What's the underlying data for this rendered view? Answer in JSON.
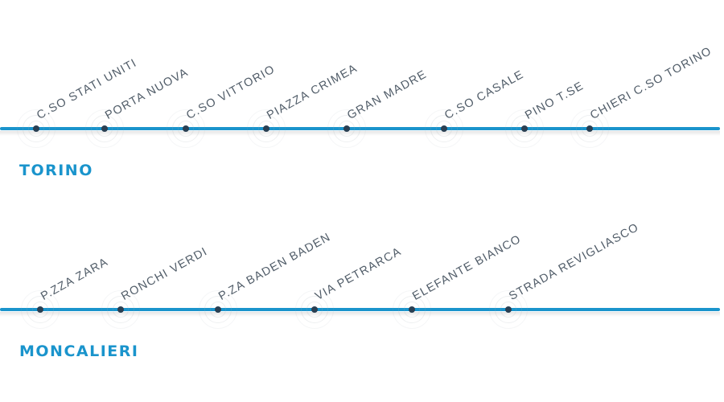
{
  "lines": [
    {
      "city": "TORINO",
      "stops": [
        "C.SO STATI UNITI",
        "PORTA NUOVA",
        "C.SO VITTORIO",
        "PIAZZA CRIMEA",
        "GRAN MADRE",
        "C.SO CASALE",
        "PINO T.SE",
        "CHIERI C.SO TORINO"
      ]
    },
    {
      "city": "MONCALIERI",
      "stops": [
        "P.ZZA ZARA",
        "RONCHI VERDI",
        "P.ZA BADEN BADEN",
        "VIA PETRARCA",
        "ELEFANTE BIANCO",
        "STRADA REVIGLIASCO"
      ]
    }
  ],
  "colors": {
    "track": "#1a94cc",
    "city_label": "#1a94cc",
    "stop_dot": "#2a3f52",
    "stop_label": "#505c68"
  }
}
